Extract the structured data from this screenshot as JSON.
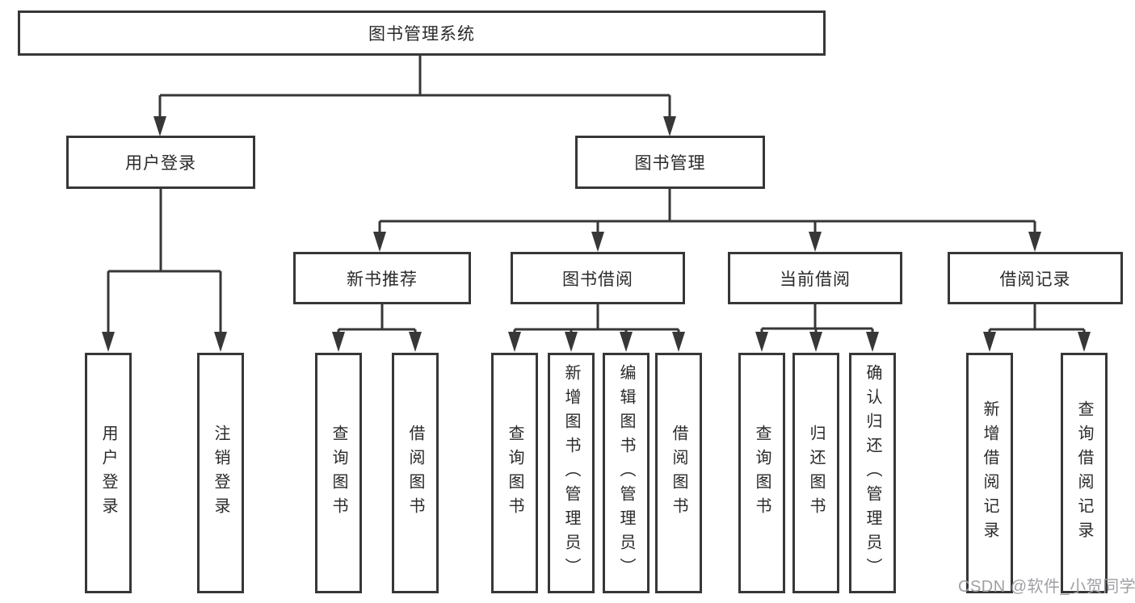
{
  "diagram": {
    "label": "图书管理系统",
    "children": [
      {
        "label": "用户登录",
        "children": [
          {
            "label": "用户登录"
          },
          {
            "label": "注销登录"
          }
        ]
      },
      {
        "label": "图书管理",
        "children": [
          {
            "label": "新书推荐",
            "children": [
              {
                "label": "查询图书"
              },
              {
                "label": "借阅图书"
              }
            ]
          },
          {
            "label": "图书借阅",
            "children": [
              {
                "label": "查询图书"
              },
              {
                "label": "新增图书（管理员）"
              },
              {
                "label": "编辑图书（管理员）"
              },
              {
                "label": "借阅图书"
              }
            ]
          },
          {
            "label": "当前借阅",
            "children": [
              {
                "label": "查询图书"
              },
              {
                "label": "归还图书"
              },
              {
                "label": "确认归还（管理员）"
              }
            ]
          },
          {
            "label": "借阅记录",
            "children": [
              {
                "label": "新增借阅记录"
              },
              {
                "label": "查询借阅记录"
              }
            ]
          }
        ]
      }
    ]
  },
  "watermark": "CSDN @软件_小贺同学",
  "colors": {
    "line": "#373737",
    "box_border": "#373737",
    "text": "#2a2a2a",
    "watermark": "#9fa0a4",
    "background": "#ffffff"
  }
}
